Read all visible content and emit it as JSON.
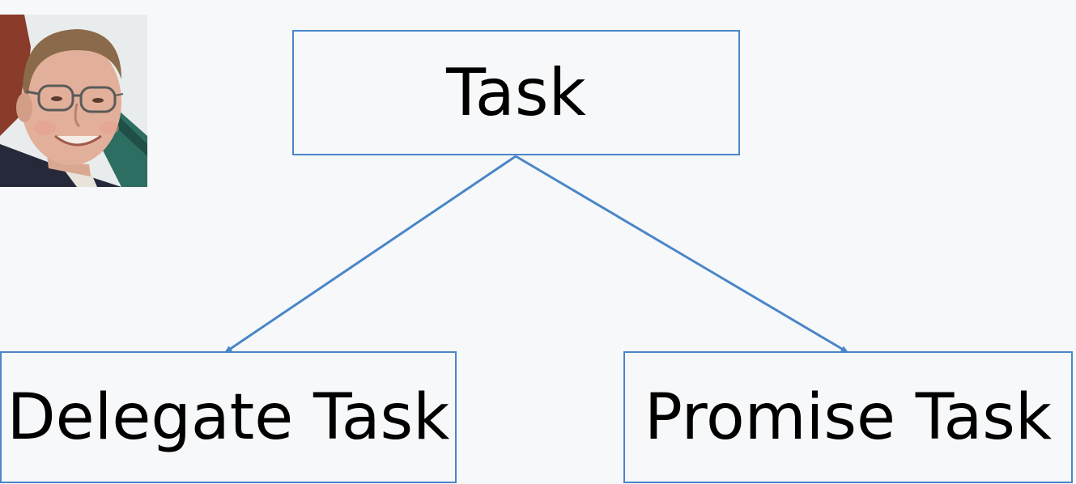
{
  "diagram": {
    "root": {
      "label": "Task"
    },
    "children": [
      {
        "label": "Delegate Task"
      },
      {
        "label": "Promise Task"
      }
    ],
    "edges": [
      {
        "from": "Task",
        "to": "Delegate Task"
      },
      {
        "from": "Task",
        "to": "Promise Task"
      }
    ]
  },
  "colors": {
    "background": "#f7f8fa",
    "node_border": "#4a86c8",
    "edge": "#4a86c8",
    "text": "#000000"
  },
  "photo": {
    "subject": "portrait-of-presenter"
  }
}
